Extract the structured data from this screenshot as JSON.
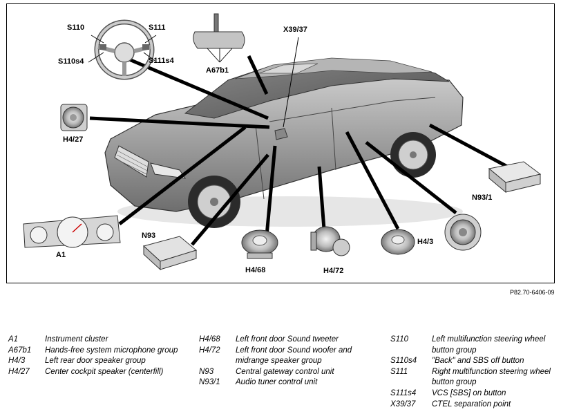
{
  "diagram": {
    "ref_code": "P82.70-6406-09",
    "callouts": {
      "s110": "S110",
      "s111": "S111",
      "s110s4": "S110s4",
      "s111s4": "S111s4",
      "a67b1": "A67b1",
      "x39_37": "X39/37",
      "h4_27": "H4/27",
      "n93_1": "N93/1",
      "a1": "A1",
      "n93": "N93",
      "h4_68": "H4/68",
      "h4_72": "H4/72",
      "h4_3": "H4/3"
    }
  },
  "legend": {
    "col1": [
      {
        "code": "A1",
        "desc": "Instrument cluster"
      },
      {
        "code": "A67b1",
        "desc": "Hands-free system microphone group"
      },
      {
        "code": "H4/3",
        "desc": "Left rear door speaker group"
      },
      {
        "code": "H4/27",
        "desc": "Center cockpit speaker (centerfill)"
      }
    ],
    "col2": [
      {
        "code": "H4/68",
        "desc": "Left front door Sound tweeter"
      },
      {
        "code": "H4/72",
        "desc": "Left front door Sound woofer and midrange speaker group"
      },
      {
        "code": "N93",
        "desc": "Central gateway control unit"
      },
      {
        "code": "N93/1",
        "desc": "Audio tuner control unit"
      }
    ],
    "col3": [
      {
        "code": "S110",
        "desc": "Left multifunction steering wheel button group"
      },
      {
        "code": "S110s4",
        "desc": "\"Back\" and SBS off button"
      },
      {
        "code": "S111",
        "desc": "Right multifunction steering wheel button group"
      },
      {
        "code": "S111s4",
        "desc": "VCS [SBS] on button"
      },
      {
        "code": "X39/37",
        "desc": "CTEL separation point"
      }
    ]
  }
}
